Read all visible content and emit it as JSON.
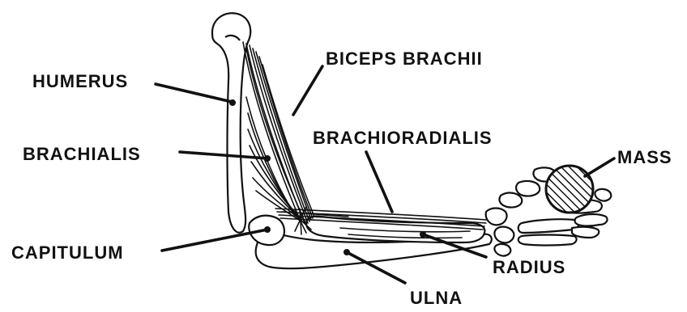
{
  "labels": {
    "humerus": "HUMERUS",
    "biceps_brachii": "BICEPS BRACHII",
    "brachioradialis": "BRACHIORADIALIS",
    "brachialis": "BRACHIALIS",
    "mass": "MASS",
    "capitulum": "CAPITULUM",
    "radius": "RADIUS",
    "ulna": "ULNA"
  }
}
